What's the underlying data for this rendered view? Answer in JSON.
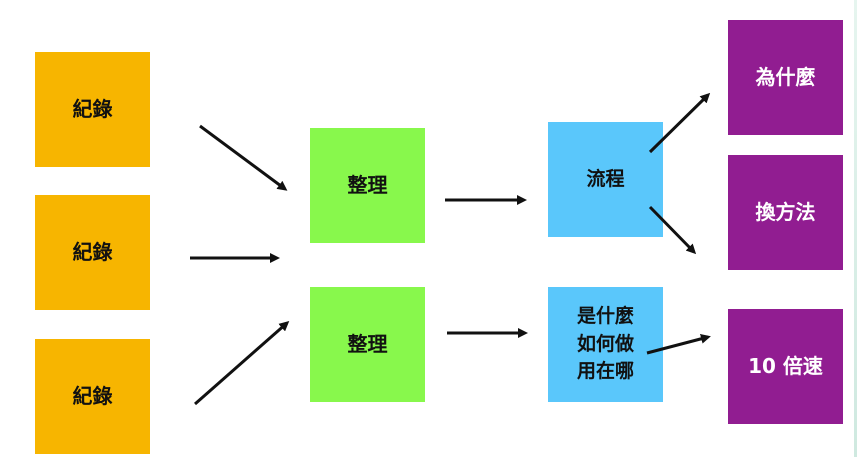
{
  "diagram": {
    "records": [
      {
        "label": "紀錄"
      },
      {
        "label": "紀錄"
      },
      {
        "label": "紀錄"
      }
    ],
    "organize": [
      {
        "label": "整理"
      },
      {
        "label": "整理"
      }
    ],
    "process": [
      {
        "label": "流程"
      },
      {
        "label": "是什麼\n如何做\n用在哪"
      }
    ],
    "results": [
      {
        "label": "為什麼"
      },
      {
        "label": "換方法"
      },
      {
        "label": "10 倍速"
      }
    ],
    "colors": {
      "record": "#f7b500",
      "organize": "#88f84c",
      "process": "#5ac7fb",
      "result": "#911d91",
      "arrow": "#111111"
    }
  }
}
